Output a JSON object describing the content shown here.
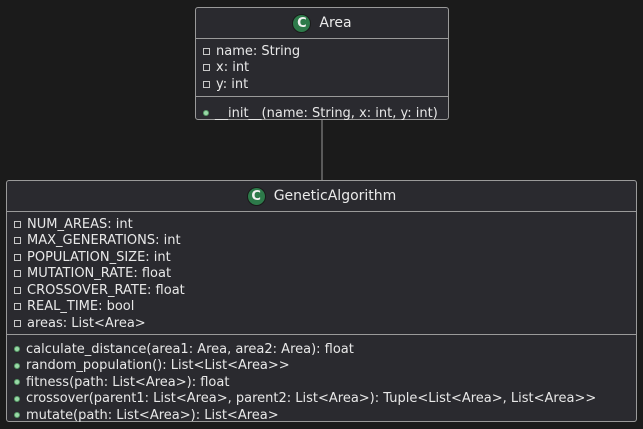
{
  "diagram": {
    "classes": [
      {
        "badge": "C",
        "name": "Area",
        "attributes": [
          {
            "visibility": "private",
            "text": "name: String"
          },
          {
            "visibility": "private",
            "text": "x: int"
          },
          {
            "visibility": "private",
            "text": "y: int"
          }
        ],
        "methods": [
          {
            "visibility": "public",
            "text": "__init__(name: String, x: int, y: int)"
          }
        ]
      },
      {
        "badge": "C",
        "name": "GeneticAlgorithm",
        "attributes": [
          {
            "visibility": "private",
            "text": "NUM_AREAS: int"
          },
          {
            "visibility": "private",
            "text": "MAX_GENERATIONS: int"
          },
          {
            "visibility": "private",
            "text": "POPULATION_SIZE: int"
          },
          {
            "visibility": "private",
            "text": "MUTATION_RATE: float"
          },
          {
            "visibility": "private",
            "text": "CROSSOVER_RATE: float"
          },
          {
            "visibility": "private",
            "text": "REAL_TIME: bool"
          },
          {
            "visibility": "private",
            "text": "areas: List<Area>"
          }
        ],
        "methods": [
          {
            "visibility": "public",
            "text": "calculate_distance(area1: Area, area2: Area): float"
          },
          {
            "visibility": "public",
            "text": "random_population(): List<List<Area>>"
          },
          {
            "visibility": "public",
            "text": "fitness(path: List<Area>): float"
          },
          {
            "visibility": "public",
            "text": "crossover(parent1: List<Area>, parent2: List<Area>): Tuple<List<Area>, List<Area>>"
          },
          {
            "visibility": "public",
            "text": "mutate(path: List<Area>): List<Area>"
          }
        ]
      }
    ],
    "relations": [
      {
        "from": "Area",
        "to": "GeneticAlgorithm",
        "type": "association"
      }
    ],
    "colors": {
      "background": "#1b1b1b",
      "class_fill": "#2a2a2f",
      "border": "#9a9a9a",
      "badge": "#2d7a4a",
      "public_marker": "#9ad8a8"
    }
  }
}
